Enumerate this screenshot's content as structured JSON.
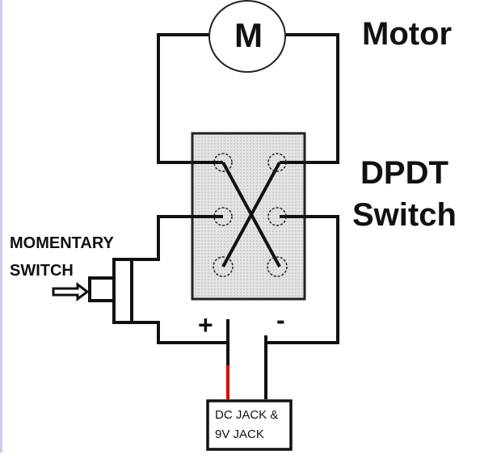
{
  "motor": {
    "symbol": "M",
    "label": "Motor"
  },
  "dpdt": {
    "label_line1": "DPDT",
    "label_line2": "Switch"
  },
  "momentary": {
    "label_line1": "MOMENTARY",
    "label_line2": "SWITCH"
  },
  "battery": {
    "plus": "+",
    "minus": "-"
  },
  "jack": {
    "line1": "DC JACK &",
    "line2": "9V JACK"
  },
  "colors": {
    "wire": "#111111",
    "positive": "#e00000",
    "switch_fill": "#dcdcdc"
  }
}
